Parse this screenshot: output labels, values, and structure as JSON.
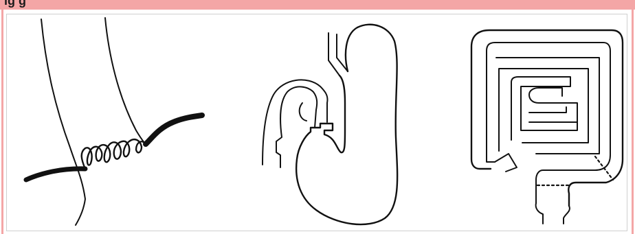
{
  "figure": {
    "caption_fragment": "ig        g",
    "panels": [
      {
        "name": "hernia-with-coiled-suture-panel"
      },
      {
        "name": "stomach-and-duodenum-panel"
      },
      {
        "name": "intestine-loops-panel"
      }
    ]
  },
  "colors": {
    "frame": "#f4a6a6",
    "ink": "#111111",
    "background": "#ffffff"
  }
}
